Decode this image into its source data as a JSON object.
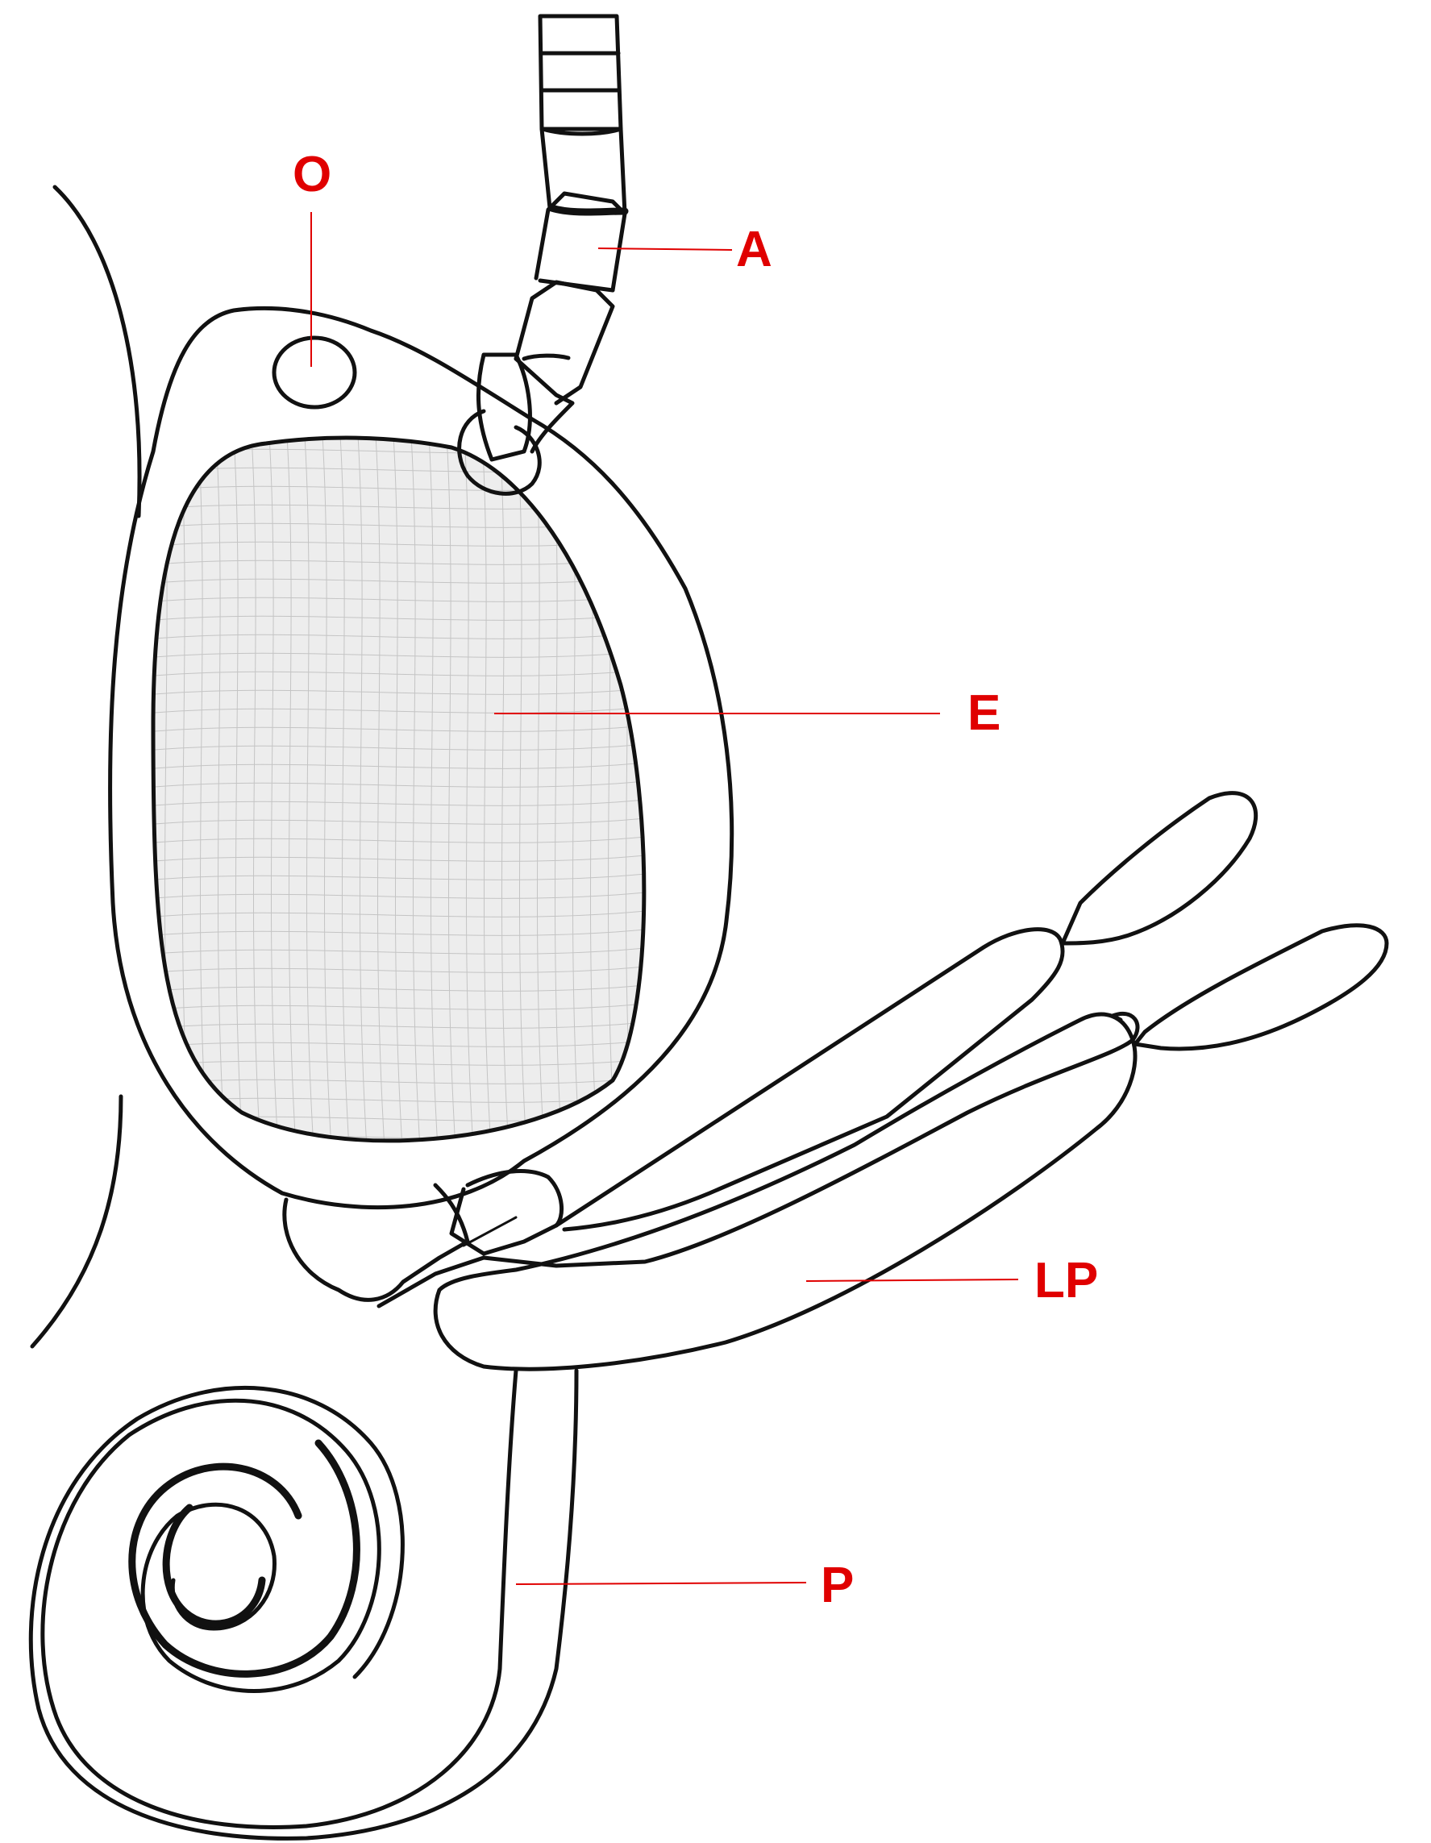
{
  "labels": {
    "O": "O",
    "A": "A",
    "E": "E",
    "LP": "LP",
    "P": "P"
  },
  "colors": {
    "label": "#e00000",
    "ink": "#111111",
    "shading": "#d9d9d9",
    "background": "#ffffff"
  }
}
